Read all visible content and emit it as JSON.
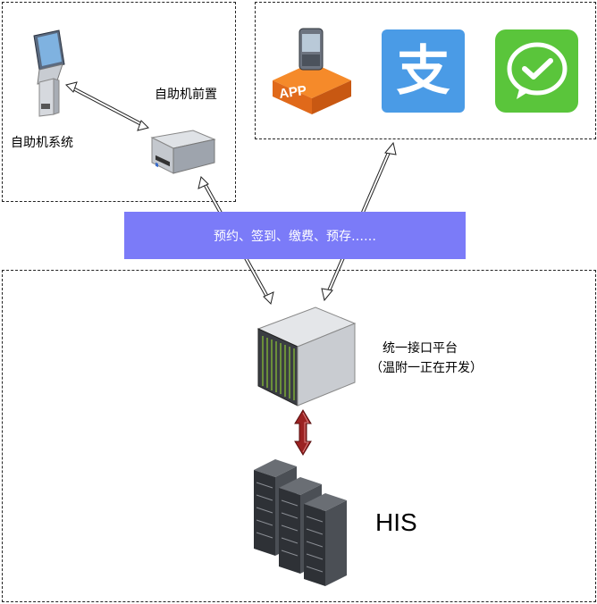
{
  "labels": {
    "kiosk_system": "自助机系统",
    "kiosk_frontend": "自助机前置",
    "platform_line1": "统一接口平台",
    "platform_line2": "（温附一正在开发）",
    "his": "HIS"
  },
  "banner": {
    "text": "预约、签到、缴费、预存……"
  },
  "icons": {
    "kiosk": "kiosk-terminal-icon",
    "frontend": "server-box-icon",
    "app": "mobile-app-icon",
    "app_badge": "APP",
    "alipay": "alipay-icon",
    "alipay_glyph": "支",
    "wechat": "wechat-icon",
    "platform": "blade-server-icon",
    "his": "server-rack-icon"
  },
  "colors": {
    "banner": "#7b7bf8",
    "alipay": "#4a9be6",
    "wechat": "#5ac53b",
    "app": "#e8701a",
    "red_arrow": "#8b1a1a"
  }
}
